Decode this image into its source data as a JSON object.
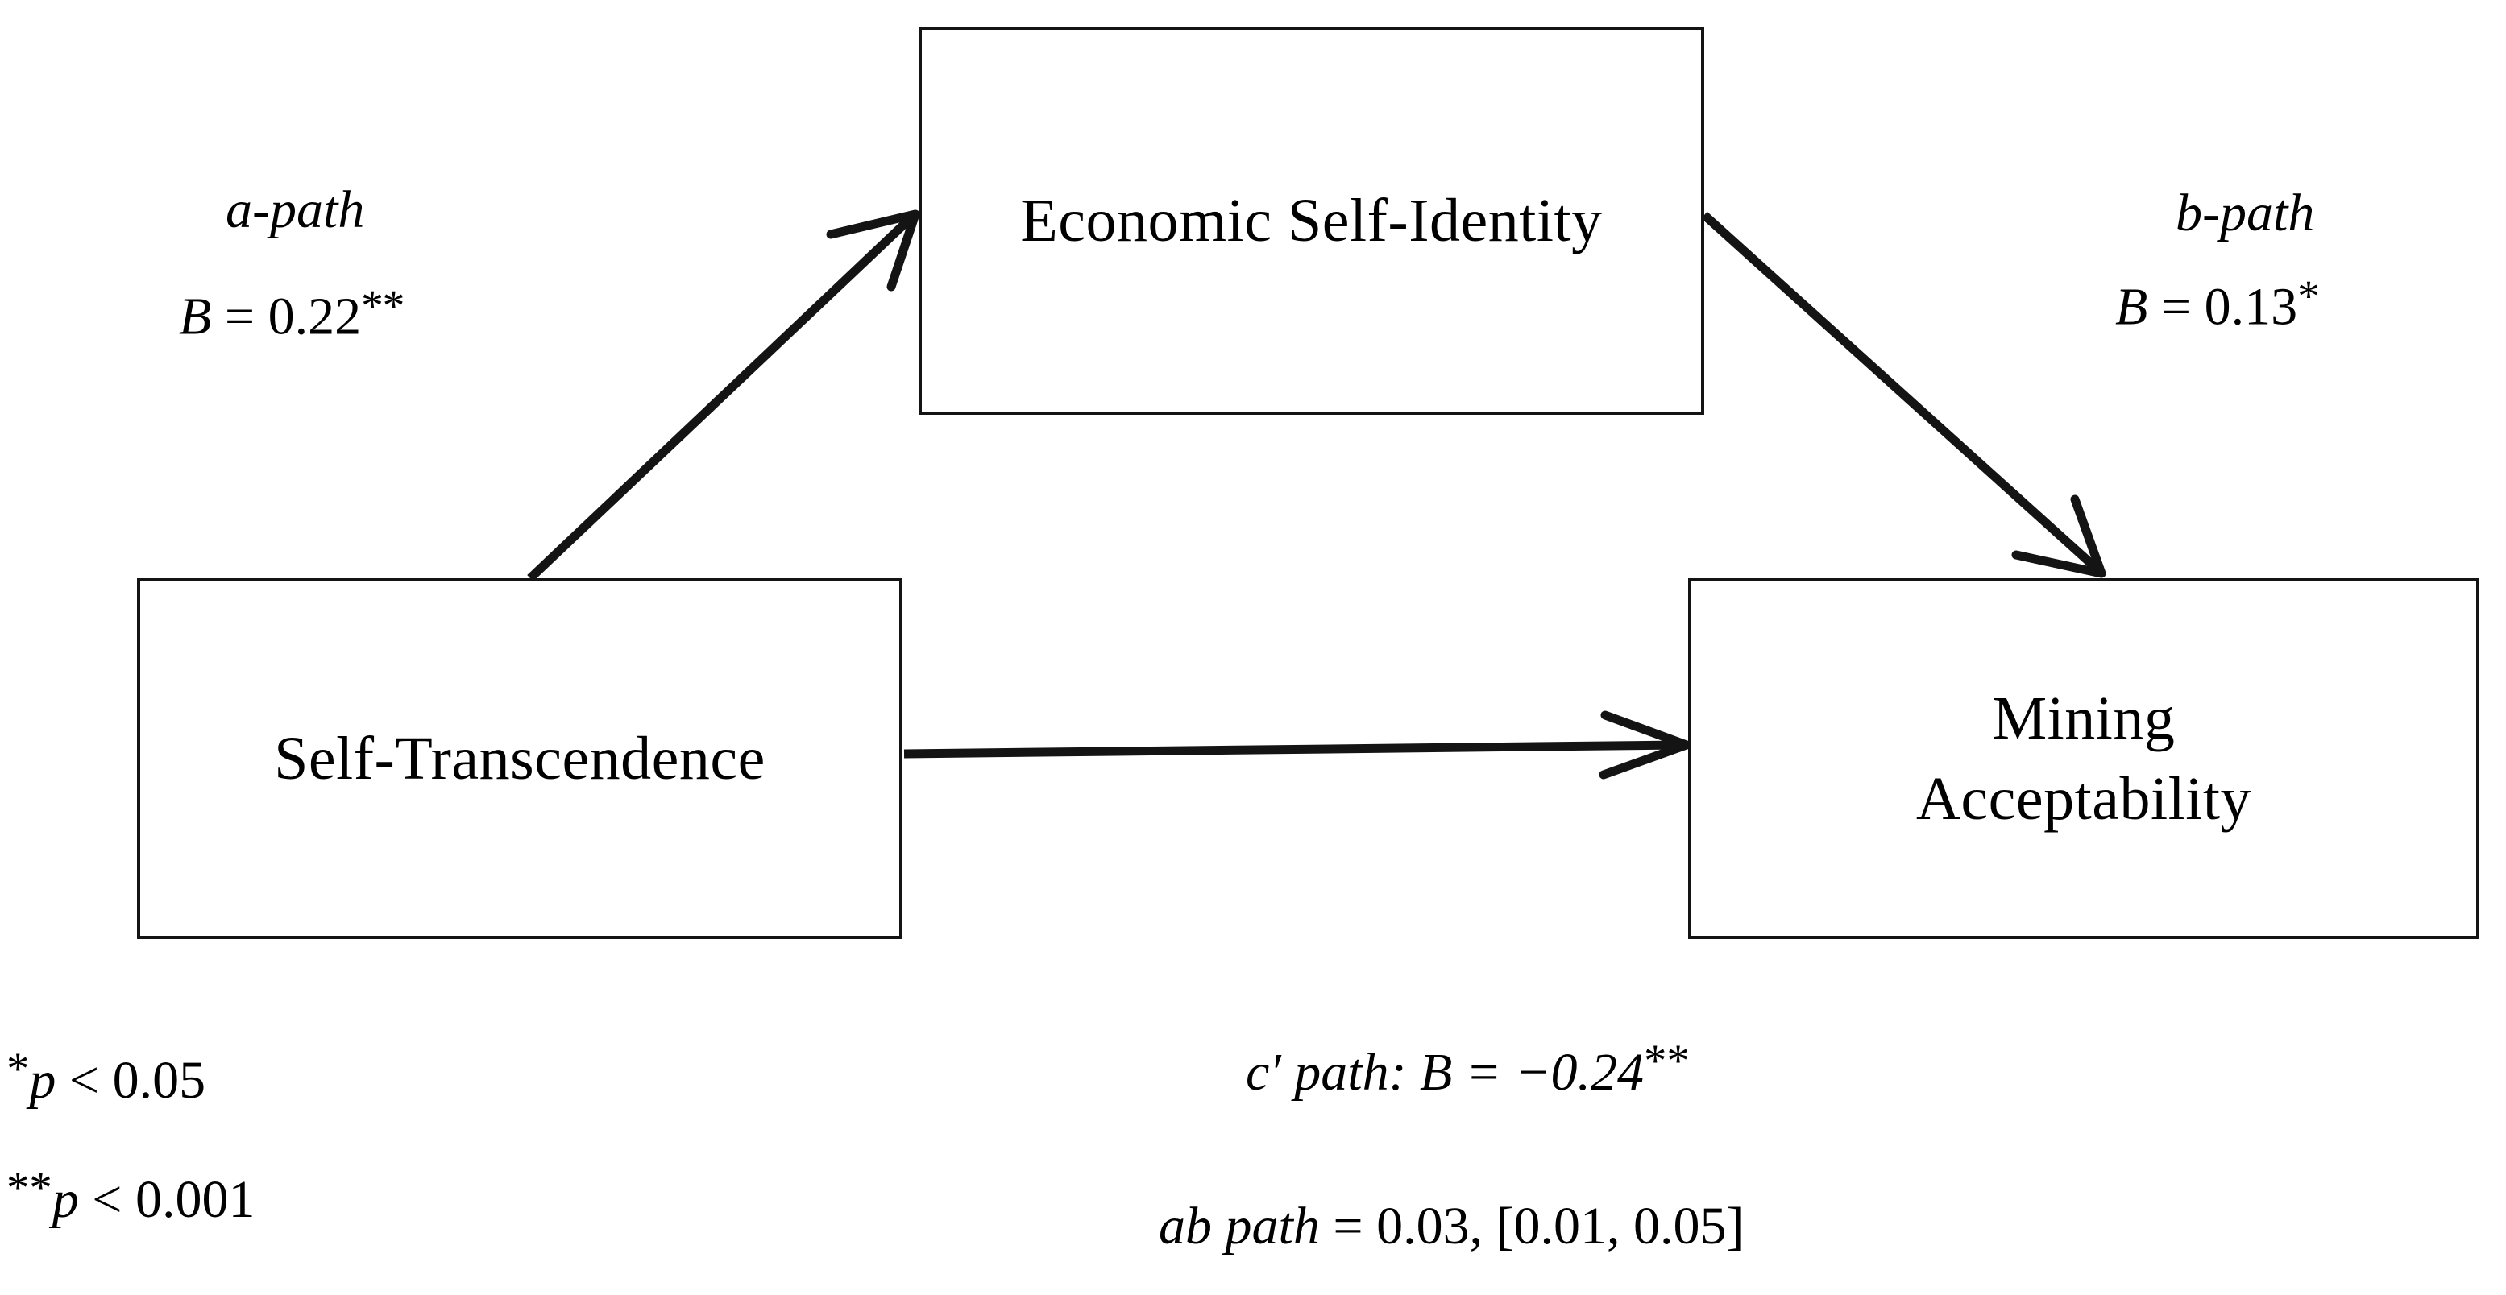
{
  "diagram": {
    "type": "mediation-path-model",
    "nodes": [
      {
        "id": "predictor",
        "label": "Self-Transcendence",
        "role": "independent-variable"
      },
      {
        "id": "mediator",
        "label": "Economic Self-Identity",
        "role": "mediator"
      },
      {
        "id": "outcome",
        "label": "Mining\nAcceptability",
        "role": "dependent-variable"
      }
    ],
    "paths": {
      "a": {
        "name": "a-path",
        "coefficient_text": "B = 0.22",
        "coefficient_symbol": "B",
        "equals": " = ",
        "value": "0.22",
        "stars": "**",
        "from": "predictor",
        "to": "mediator"
      },
      "b": {
        "name": "b-path",
        "coefficient_text": "B = 0.13",
        "coefficient_symbol": "B",
        "equals": " = ",
        "value": "0.13",
        "stars": "*",
        "from": "mediator",
        "to": "outcome"
      },
      "c_prime": {
        "name": "c′ path",
        "prefix": "c′ path: ",
        "coefficient_symbol": "B",
        "equals": " = ",
        "value": "−0.24",
        "stars": "**",
        "from": "predictor",
        "to": "outcome"
      },
      "ab": {
        "name": "ab path",
        "prefix": "ab path",
        "equals": " = ",
        "value": "0.03",
        "interval": ", [0.01, 0.05]"
      }
    },
    "footnotes": [
      {
        "stars": "*",
        "text": "p < 0.05",
        "symbol": "p",
        "rest": " < 0.05"
      },
      {
        "stars": "**",
        "text": "p < 0.001",
        "symbol": "p",
        "rest": " < 0.001"
      }
    ],
    "colors": {
      "stroke": "#141414",
      "text": "#000000",
      "background": "#ffffff"
    }
  }
}
